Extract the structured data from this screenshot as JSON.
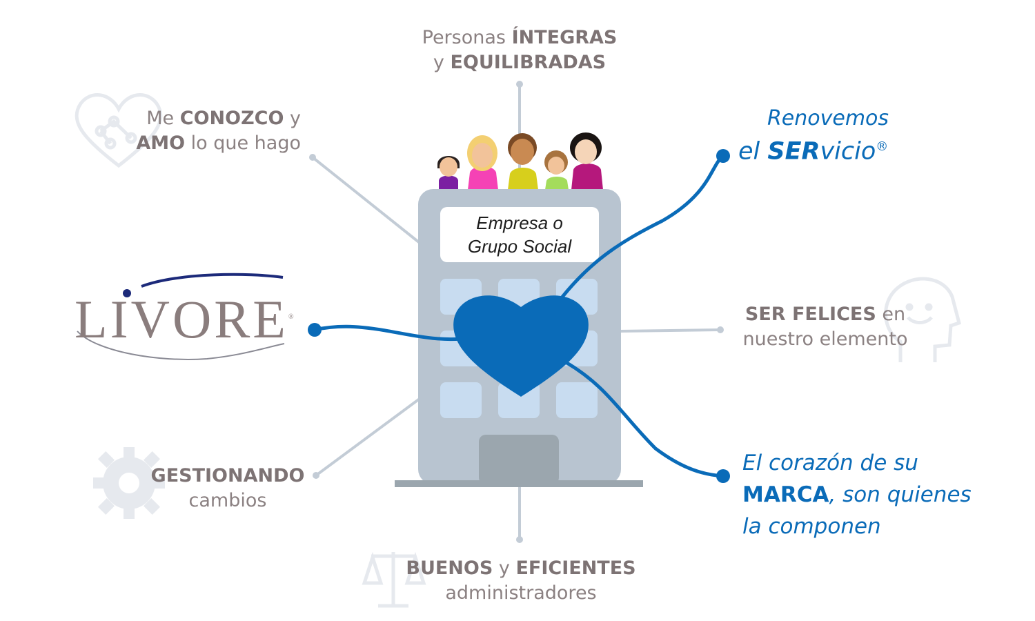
{
  "center": {
    "sign_line1": "Empresa o",
    "sign_line2": "Grupo Social"
  },
  "top": {
    "line1_regular": "Personas ",
    "line1_bold": "ÍNTEGRAS",
    "line2_regular": "y ",
    "line2_bold": "EQUILIBRADAS"
  },
  "top_left": {
    "line1_regular_a": "Me ",
    "line1_bold": "CONOZCO",
    "line1_regular_b": " y",
    "line2_bold": "AMO",
    "line2_regular": " lo que hago",
    "icon": "heart-network-icon"
  },
  "left": {
    "logo_text": "LIVORE",
    "logo_mark": "®"
  },
  "bottom_left": {
    "line1_bold": "GESTIONANDO",
    "line2_regular": "cambios",
    "icon": "gear-icon"
  },
  "bottom": {
    "line1_bold_a": "BUENOS",
    "line1_regular": " y ",
    "line1_bold_b": "EFICIENTES",
    "line2_regular": "administradores",
    "icon": "scales-icon"
  },
  "top_right": {
    "line1": "Renovemos",
    "line2_italic": "el ",
    "line2_bold": "SER",
    "line2_tail": "vicio",
    "line2_mark": "®"
  },
  "right": {
    "line1_bold": "SER FELICES",
    "line1_regular": " en",
    "line2_regular": "nuestro elemento",
    "icon": "smiling-head-icon"
  },
  "bottom_right": {
    "line1": "El corazón de su",
    "line2_bold": "MARCA",
    "line2_italic": ", son quienes",
    "line3": "la componen"
  },
  "colors": {
    "blue": "#0a6bb8",
    "building": "#b8c4d0",
    "window": "#c8dcf0",
    "door": "#9ba6ae",
    "connector_gray": "#c3ccd6",
    "text_gray": "#8b8182"
  }
}
